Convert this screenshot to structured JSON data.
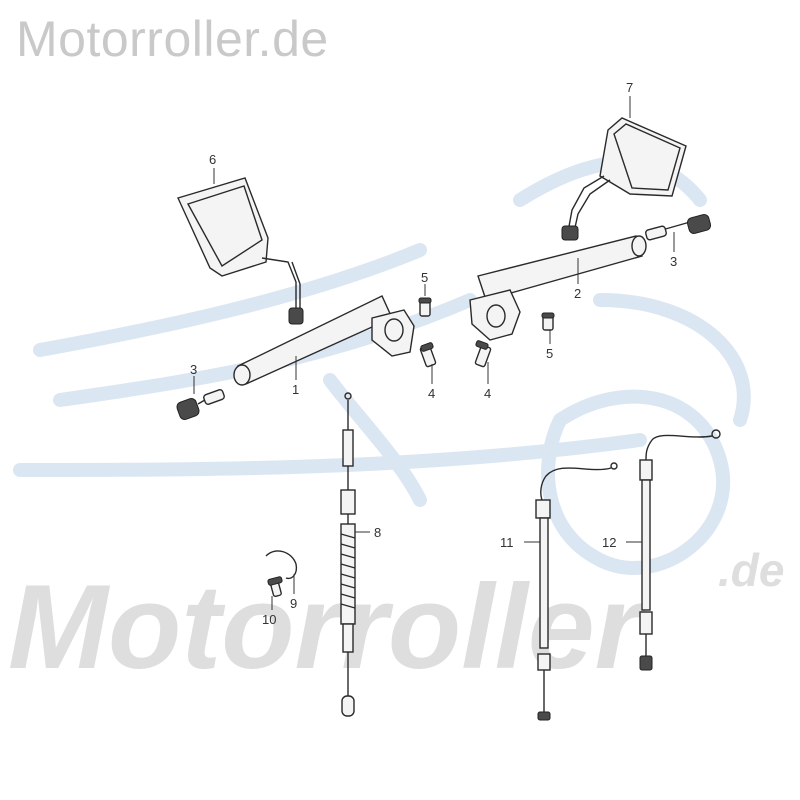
{
  "header": {
    "title": "Motorroller.de"
  },
  "watermark": {
    "brand": "Motorroller",
    "tld": ".de",
    "color": "#dedede",
    "swoosh_color": "#dbe6f3"
  },
  "callouts": [
    {
      "id": "c1",
      "label": "1"
    },
    {
      "id": "c2",
      "label": "2"
    },
    {
      "id": "c3a",
      "label": "3"
    },
    {
      "id": "c3b",
      "label": "3"
    },
    {
      "id": "c4a",
      "label": "4"
    },
    {
      "id": "c4b",
      "label": "4"
    },
    {
      "id": "c5a",
      "label": "5"
    },
    {
      "id": "c5b",
      "label": "5"
    },
    {
      "id": "c6",
      "label": "6"
    },
    {
      "id": "c7",
      "label": "7"
    },
    {
      "id": "c8",
      "label": "8"
    },
    {
      "id": "c9",
      "label": "9"
    },
    {
      "id": "c10",
      "label": "10"
    },
    {
      "id": "c11",
      "label": "11"
    },
    {
      "id": "c12",
      "label": "12"
    }
  ]
}
